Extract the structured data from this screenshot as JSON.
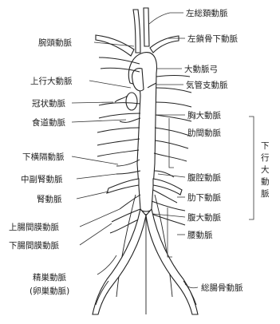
{
  "labels": {
    "left_common_carotid": "左総頚動脈",
    "left_subclavian": "左鎖骨下動脈",
    "brachiocephalic": "腕頭動脈",
    "aortic_arch": "大動脈弓",
    "ascending_aorta": "上行大動脈",
    "bronchial": "気管支動脈",
    "coronary": "冠状動脈",
    "esophageal": "食道動脈",
    "thoracic_aorta": "胸大動脈",
    "intercostal": "肋間動脈",
    "inferior_phrenic": "下横隔動脈",
    "middle_suprarenal": "中副腎動脈",
    "celiac": "腹腔動脈",
    "renal": "腎動脈",
    "subcostal": "肋下動脈",
    "superior_mesenteric": "上腸間膜動脈",
    "abdominal_aorta": "腹大動脈",
    "inferior_mesenteric": "下腸間膜動脈",
    "lumbar": "腰動脈",
    "testicular": "精巣動脈",
    "ovarian": "(卵巣動脈)",
    "common_iliac": "総腸骨動脈"
  },
  "group_label": [
    "下",
    "行",
    "大",
    "動",
    "脈"
  ]
}
